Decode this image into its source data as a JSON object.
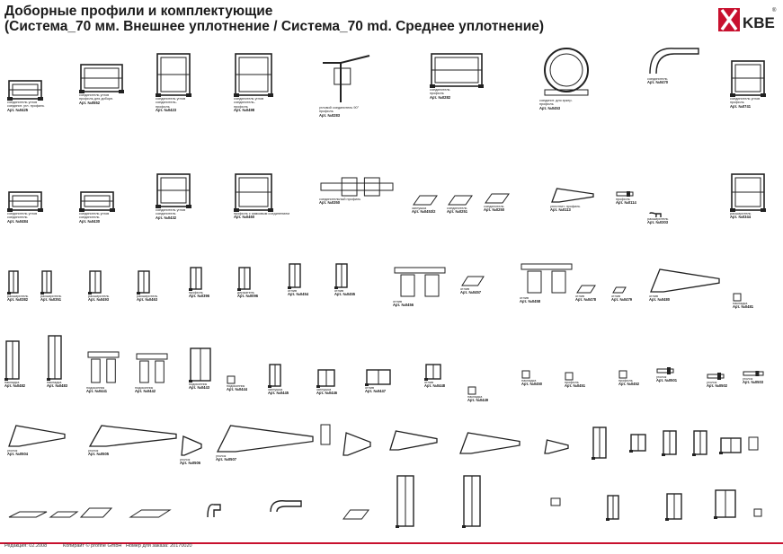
{
  "page": {
    "title_line1": "Доборные профили и комплектующие",
    "title_line2": "(Система_70 мм. Внешнее уплотнение / Система_70 md. Среднее уплотнение)",
    "brand": "KBE",
    "brand_mark": "®",
    "colors": {
      "brand_red": "#c8102e",
      "line": "#222222",
      "text": "#1c1c1c"
    }
  },
  "footer": {
    "edition": "Редакция: 02.2008",
    "copyright": "Копирайт © profine GmbH",
    "order_no": "Номер для заказа: 20170020"
  },
  "items": [
    {
      "desc": "соединитель углов\nсоединит. угл. профиль",
      "art": "Арт. №0425"
    },
    {
      "desc": "соединитель углов\nпрофиль для доборн.",
      "art": "Арт. №0552"
    },
    {
      "desc": "соединитель углов\nсоединитель-\nпрофиль",
      "art": "Арт. №0423"
    },
    {
      "desc": "соединитель углов\nсоединитель-\nпрофиль",
      "art": "Арт. №0498"
    },
    {
      "desc": "угловой соединитель 90°\nпрофиль",
      "art": "Арт. №0283"
    },
    {
      "desc": "соединитель\nпрофиль",
      "art": "Арт. №0282"
    },
    {
      "desc": "соединит. для эркер.\nпрофиль",
      "art": "Арт. №0453"
    },
    {
      "desc": "соединитель",
      "art": "Арт. №0470"
    },
    {
      "desc": "соединитель углов\nпрофиль",
      "art": "Арт. №0741"
    },
    {
      "desc": "соединитель углов\nсоединитель",
      "art": "Арт. №0484"
    },
    {
      "desc": "соединитель углов\nсоединитель",
      "art": "Арт. №0430"
    },
    {
      "desc": "соединитель углов\nсоединитель",
      "art": "Арт. №0432"
    },
    {
      "desc": "профиль с замковым соединением",
      "art": "Арт. №0460"
    },
    {
      "desc": "соединительный профиль",
      "art": "Арт. №0350"
    },
    {
      "desc": "заглушка",
      "art": "Арт. №0453/2"
    },
    {
      "desc": "соединитель",
      "art": "Арт. №0251"
    },
    {
      "desc": "соединитель",
      "art": "Арт. №0250"
    },
    {
      "desc": "уплотнит. профиль",
      "art": "Арт. №0113"
    },
    {
      "desc": "профиль",
      "art": "Арт. №0114"
    },
    {
      "desc": "расширитель",
      "art": "Арт. №0303"
    },
    {
      "desc": "расширитель",
      "art": "Арт. №0344"
    },
    {
      "desc": "расширитель",
      "art": "Арт. №0382"
    },
    {
      "desc": "расширитель",
      "art": "Арт. №0351"
    },
    {
      "desc": "расширитель",
      "art": "Арт. №0493"
    },
    {
      "desc": "расширитель",
      "art": "Арт. №0463"
    },
    {
      "desc": "профиль",
      "art": "Арт. №0396"
    },
    {
      "desc": "держатель",
      "art": "Арт. №0096"
    },
    {
      "desc": "отлив",
      "art": "Арт. №0454"
    },
    {
      "desc": "отлив",
      "art": "Арт. №0455"
    },
    {
      "desc": "отлив",
      "art": "Арт. №0456"
    },
    {
      "desc": "отлив",
      "art": "Арт. №0457"
    },
    {
      "desc": "отлив",
      "art": "Арт. №0458"
    },
    {
      "desc": "отлив",
      "art": "Арт. №0478"
    },
    {
      "desc": "отлив",
      "art": "Арт. №0479"
    },
    {
      "desc": "отлив",
      "art": "Арт. №0480"
    },
    {
      "desc": "накладка",
      "art": "Арт. №0481"
    },
    {
      "desc": "накладка",
      "art": "Арт. №0482"
    },
    {
      "desc": "накладка",
      "art": "Арт. №0483"
    },
    {
      "desc": "подоконник",
      "art": "Арт. №0441"
    },
    {
      "desc": "подоконник",
      "art": "Арт. №0442"
    },
    {
      "desc": "подоконник",
      "art": "Арт. №0443"
    },
    {
      "desc": "подоконник",
      "art": "Арт. №0444"
    },
    {
      "desc": "заглушка",
      "art": "Арт. №0445"
    },
    {
      "desc": "заглушка",
      "art": "Арт. №0446"
    },
    {
      "desc": "отлив",
      "art": "Арт. №0447"
    },
    {
      "desc": "отлив",
      "art": "Арт. №0448"
    },
    {
      "desc": "накладка",
      "art": "Арт. №0449"
    },
    {
      "desc": "накладка",
      "art": "Арт. №0450"
    },
    {
      "desc": "профиль",
      "art": "Арт. №0451"
    },
    {
      "desc": "профиль",
      "art": "Арт. №0452"
    },
    {
      "desc": "уголок",
      "art": "Арт. №0501"
    },
    {
      "desc": "уголок",
      "art": "Арт. №0502"
    },
    {
      "desc": "уголок",
      "art": "Арт. №0503"
    },
    {
      "desc": "уголок",
      "art": "Арт. №0504"
    },
    {
      "desc": "уголок",
      "art": "Арт. №0505"
    },
    {
      "desc": "уголок",
      "art": "Арт. №0506"
    },
    {
      "desc": "уголок",
      "art": "Арт. №0507"
    }
  ]
}
